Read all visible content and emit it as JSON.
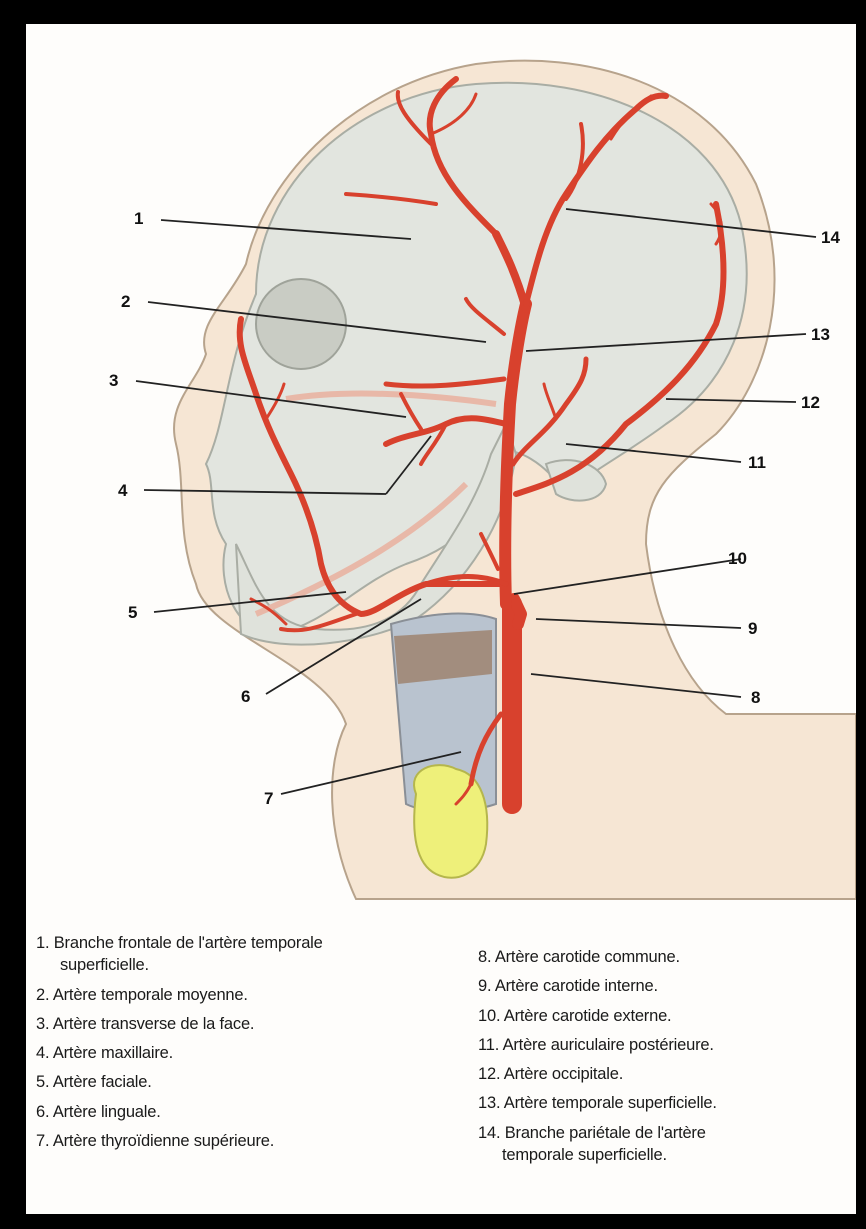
{
  "figure": {
    "callouts": [
      "1",
      "2",
      "3",
      "4",
      "5",
      "6",
      "7",
      "8",
      "9",
      "10",
      "11",
      "12",
      "13",
      "14"
    ],
    "colors": {
      "artery": "#d8412d",
      "bone": "#e4e6e0",
      "skin": "#f3e3cf",
      "thyroid": "#eef07a"
    }
  },
  "legend": {
    "left": [
      {
        "text": "1. Branche frontale de l'artère temporale",
        "cont": "superficielle."
      },
      {
        "text": "2. Artère temporale moyenne."
      },
      {
        "text": "3. Artère transverse de la face."
      },
      {
        "text": "4. Artère maxillaire."
      },
      {
        "text": "5. Artère faciale."
      },
      {
        "text": "6. Artère linguale."
      },
      {
        "text": "7. Artère thyroïdienne supérieure."
      }
    ],
    "right": [
      {
        "text": "8. Artère carotide commune."
      },
      {
        "text": "9. Artère carotide interne."
      },
      {
        "text": "10. Artère carotide externe."
      },
      {
        "text": "11. Artère auriculaire postérieure."
      },
      {
        "text": "12. Artère occipitale."
      },
      {
        "text": "13. Artère temporale superficielle."
      },
      {
        "text": "14. Branche pariétale de l'artère",
        "cont": "temporale superficielle."
      }
    ]
  }
}
